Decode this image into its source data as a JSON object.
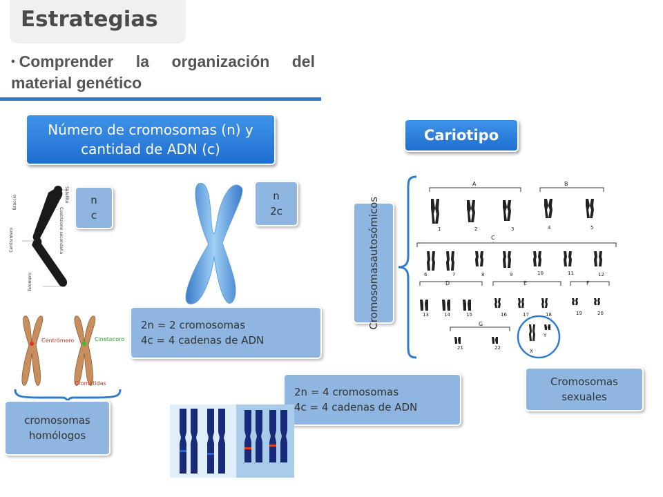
{
  "header": {
    "title": "Estrategias",
    "bullet_mark": "•",
    "bullet_text": "Comprender la organización del material genético"
  },
  "left_section": {
    "heading_line1": "Número de cromosomas (n) y",
    "heading_line2": "cantidad de ADN (c)",
    "nc_box": {
      "n": "n",
      "c": "c"
    },
    "n2c_box": {
      "n": "n",
      "c": "2c"
    },
    "chromosome_labels": {
      "braccio": "Braccio",
      "satellite": "Satellite",
      "costrizione": "Costrizione secondaria",
      "centromero": "Centromero",
      "telomero": "Telomero"
    },
    "homolog_labels": {
      "centromero": "Centrómero",
      "cinetocoro": "Cinetocoro",
      "cromatidas": "Cromátidas"
    },
    "homologos_line1": "cromosomas",
    "homologos_line2": "homólogos",
    "box_2n2_line1": "2n = 2 cromosomas",
    "box_2n2_line2": "4c = 4 cadenas de ADN",
    "box_2n4_line1": "2n = 4 cromosomas",
    "box_2n4_line2": "4c = 4 cadenas de ADN"
  },
  "right_section": {
    "heading": "Cariotipo",
    "autosomicos_line1": "Cromosomas",
    "autosomicos_line2": "autosómicos",
    "sexuales_line1": "Cromosomas",
    "sexuales_line2": "sexuales",
    "groups": [
      "A",
      "B",
      "C",
      "D",
      "E",
      "F",
      "G"
    ],
    "numbers": [
      "1",
      "2",
      "3",
      "4",
      "5",
      "6",
      "7",
      "8",
      "9",
      "10",
      "11",
      "12",
      "13",
      "14",
      "15",
      "16",
      "17",
      "18",
      "19",
      "20",
      "21",
      "22"
    ],
    "sex": [
      "X",
      "Y"
    ]
  },
  "colors": {
    "accent": "#2e7bcf",
    "button_blue": "#2a7fdc",
    "light_box": "#8fb6e0",
    "chromosome_brown": "#c98e5e",
    "karyotype_dark": "#1a2a7a"
  }
}
